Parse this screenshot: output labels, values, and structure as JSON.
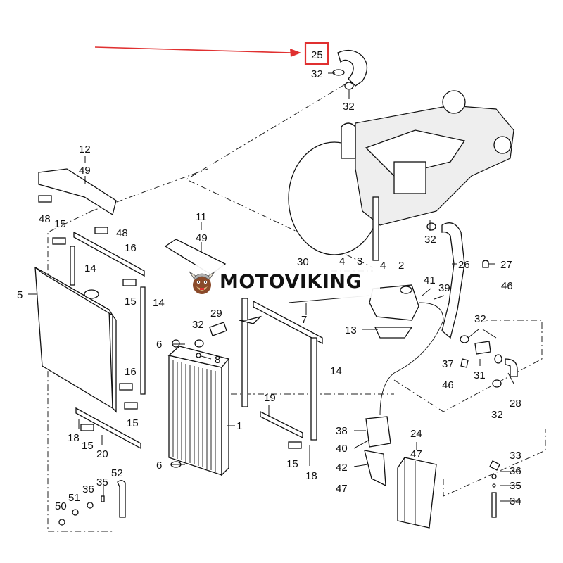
{
  "brand": {
    "watermark_text": "MOTOVIKING",
    "logo_icon": "viking-mascot-icon"
  },
  "highlight": {
    "callout": "25",
    "frame_color": "#e03030",
    "arrow_color": "#e03030"
  },
  "callouts": {
    "c1": "1",
    "c2": "2",
    "c3": "3",
    "c4a": "4",
    "c4b": "4",
    "c5": "5",
    "c6a": "6",
    "c6b": "6",
    "c7": "7",
    "c8": "8",
    "c11": "11",
    "c12": "12",
    "c13": "13",
    "c14a": "14",
    "c14b": "14",
    "c14c": "14",
    "c15a": "15",
    "c15b": "15",
    "c15c": "15",
    "c15d": "15",
    "c15e": "15",
    "c16a": "16",
    "c16b": "16",
    "c18a": "18",
    "c18b": "18",
    "c19": "19",
    "c20": "20",
    "c24": "24",
    "c26": "26",
    "c27": "27",
    "c28": "28",
    "c29": "29",
    "c30": "30",
    "c31": "31",
    "c32a": "32",
    "c32b": "32",
    "c32c": "32",
    "c32d": "32",
    "c32e": "32",
    "c32f": "32",
    "c33": "33",
    "c34": "34",
    "c35a": "35",
    "c35b": "35",
    "c36a": "36",
    "c36b": "36",
    "c37": "37",
    "c38": "38",
    "c39": "39",
    "c40": "40",
    "c41": "41",
    "c42": "42",
    "c46a": "46",
    "c46b": "46",
    "c47a": "47",
    "c47b": "47",
    "c48a": "48",
    "c48b": "48",
    "c49a": "49",
    "c49b": "49",
    "c50": "50",
    "c51": "51",
    "c52": "52"
  }
}
